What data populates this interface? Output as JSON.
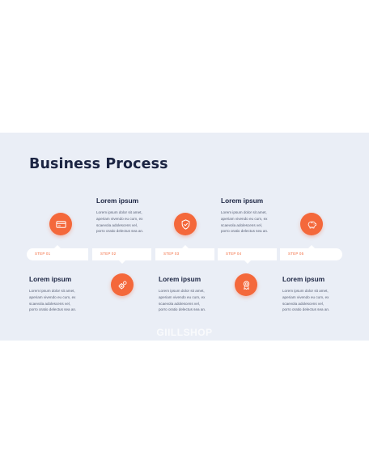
{
  "slide": {
    "title": "Business Process",
    "watermark": "GIILLSHOP"
  },
  "colors": {
    "accent": "#f4683b",
    "title": "#1c2543",
    "background": "#eaeef6"
  },
  "steps": [
    {
      "label": "STEP 01",
      "icon": "credit-card-icon",
      "heading": "Lorem ipsum",
      "text": "Lorem ipsum dolor sit amet,\naperiam vivendo eu cum, ex\nscaevola adolescens vel,\nporro oratio delectus sea an."
    },
    {
      "label": "STEP 02",
      "icon": "gears-icon",
      "heading": "Lorem ipsum",
      "text": "Lorem ipsum dolor sit amet,\naperiam vivendo eu cum, ex\nscaevola adolescens vel,\nporro oratio delectus sea an."
    },
    {
      "label": "STEP 03",
      "icon": "shield-icon",
      "heading": "Lorem ipsum",
      "text": "Lorem ipsum dolor sit amet,\naperiam vivendo eu cum, ex\nscaevola adolescens vel,\nporro oratio delectus sea an."
    },
    {
      "label": "STEP 04",
      "icon": "award-icon",
      "heading": "Lorem ipsum",
      "text": "Lorem ipsum dolor sit amet,\naperiam vivendo eu cum, ex\nscaevola adolescens vel,\nporro oratio delectus sea an."
    },
    {
      "label": "STEP 05",
      "icon": "piggy-bank-icon",
      "heading": "Lorem ipsum",
      "text": "Lorem ipsum dolor sit amet,\naperiam vivendo eu cum, ex\nscaevola adolescens vel,\nporro oratio delectus sea an."
    }
  ]
}
